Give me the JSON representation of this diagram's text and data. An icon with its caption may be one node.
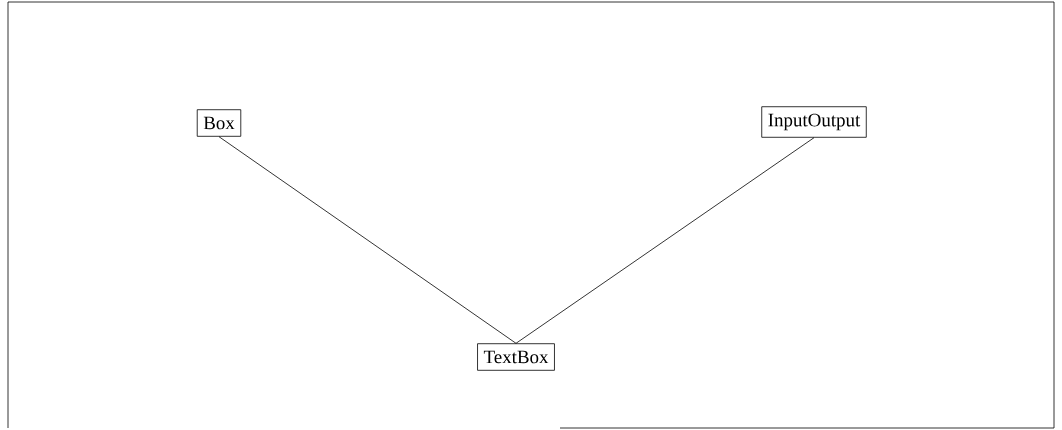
{
  "diagram": {
    "nodes": [
      {
        "text": [
          "Box"
        ]
      },
      {
        "text": [
          "InputOutput"
        ]
      },
      {
        "text": [
          "TextBox"
        ]
      }
    ],
    "edges": [
      {
        "from": 0,
        "to": 2,
        "arrow": "none"
      },
      {
        "from": 1,
        "to": 2,
        "arrow": "none"
      }
    ]
  }
}
